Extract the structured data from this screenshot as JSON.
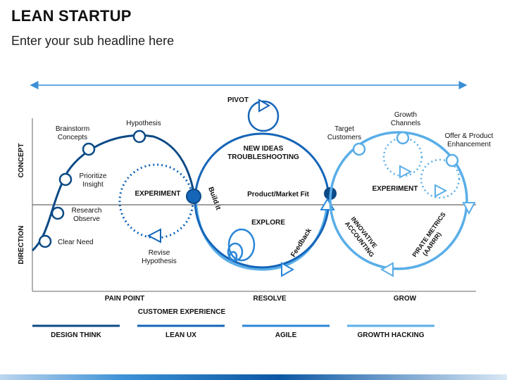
{
  "header": {
    "title": "LEAN STARTUP",
    "subtitle": "Enter your sub headline here"
  },
  "axes": {
    "concept": "CONCEPT",
    "direction": "DIRECTION",
    "pain_point": "PAIN POINT",
    "resolve": "RESOLVE",
    "grow": "GROW",
    "customer_experience": "CUSTOMER EXPERIENCE"
  },
  "stages": {
    "clear_need": "Clear Need",
    "research_1": "Research",
    "research_2": "Observe",
    "prioritize_1": "Prioritize",
    "prioritize_2": "Insight",
    "brainstorm_1": "Brainstorm",
    "brainstorm_2": "Concepts",
    "hypothesis": "Hypothesis",
    "experiment_left": "EXPERIMENT",
    "revise_1": "Revise",
    "revise_2": "Hypothesis",
    "build_it": "Build it",
    "pivot": "PIVOT",
    "new_ideas_1": "NEW IDEAS",
    "new_ideas_2": "TROUBLESHOOTING",
    "product_market_fit": "Product/Market Fit",
    "explore": "EXPLORE",
    "feedback": "Feedback",
    "target_1": "Target",
    "target_2": "Customers",
    "growth_1": "Growth",
    "growth_2": "Channels",
    "offer_1": "Offer & Product",
    "offer_2": "Enhancement",
    "experiment_right": "EXPERIMENT",
    "innovative_1": "INNOVATIVE",
    "innovative_2": "ACCOUNTING",
    "pirate_1": "PIRATE METRICS",
    "pirate_2": "(AARRR)"
  },
  "legend": [
    {
      "label": "DESIGN THINK",
      "color": "#0b4a86"
    },
    {
      "label": "LEAN UX",
      "color": "#1565b8"
    },
    {
      "label": "AGILE",
      "color": "#2a86d8"
    },
    {
      "label": "GROWTH HACKING",
      "color": "#5aaee8"
    }
  ],
  "colors": {
    "dark": "#0b4a86",
    "mid": "#1565b8",
    "bright": "#2a86d8",
    "light": "#5aaee8",
    "lighter": "#8cc8f0"
  }
}
